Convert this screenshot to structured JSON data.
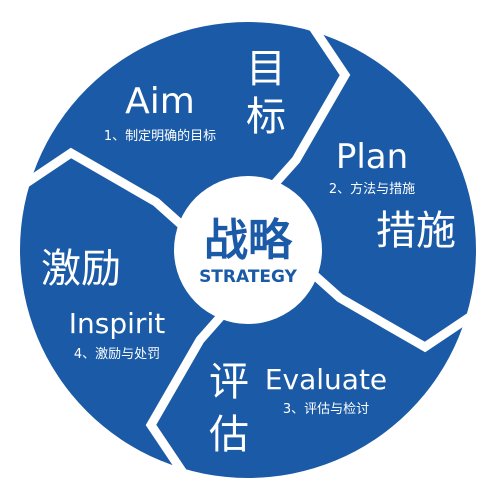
{
  "colors": {
    "primary": "#1a5aa6",
    "separator": "#ffffff",
    "center_text": "#1a5aa6"
  },
  "center": {
    "title_cn": "战略",
    "title_en": "STRATEGY"
  },
  "segments": [
    {
      "id": "aim",
      "title_en": "Aim",
      "subtitle": "1、制定明确的目标",
      "big_char_1": "目",
      "big_char_2": "标"
    },
    {
      "id": "plan",
      "title_en": "Plan",
      "subtitle": "2、方法与措施",
      "big_chars": "措施"
    },
    {
      "id": "evaluate",
      "title_en": "Evaluate",
      "subtitle": "3、评估与检讨",
      "big_char_1": "评",
      "big_char_2": "估"
    },
    {
      "id": "inspirit",
      "title_en": "Inspirit",
      "subtitle": "4、激励与处罚",
      "big_chars": "激励"
    }
  ]
}
